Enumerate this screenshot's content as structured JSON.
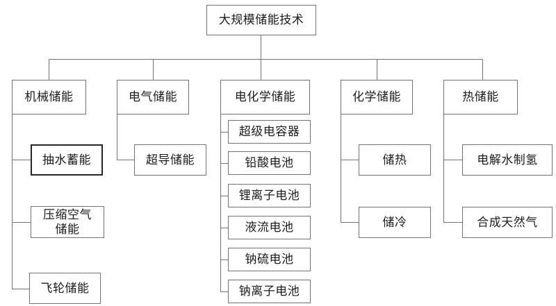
{
  "diagram": {
    "title": "大规模储能技术",
    "type": "hierarchy-tree",
    "orientation": "top-down",
    "colors": {
      "background": "#ffffff",
      "box_border": "#6f7378",
      "box_fill": "#ffffff",
      "connector": "#6f7378",
      "text": "#1b1b1b",
      "highlight_border": "#23262a"
    },
    "root": {
      "label": "大规模储能技术",
      "name": "root-node"
    },
    "branches": [
      {
        "name": "mechanical-storage",
        "label": "机械储能",
        "children": [
          {
            "name": "pumped-hydro-storage",
            "label": "抽水蓄能",
            "highlighted": true
          },
          {
            "name": "compressed-air-storage",
            "label": "压缩空气\n储能",
            "highlighted": false
          },
          {
            "name": "flywheel-storage",
            "label": "飞轮储能",
            "highlighted": false
          }
        ]
      },
      {
        "name": "electrical-storage",
        "label": "电气储能",
        "children": [
          {
            "name": "superconducting-storage",
            "label": "超导储能",
            "highlighted": false
          }
        ]
      },
      {
        "name": "electrochemical-storage",
        "label": "电化学储能",
        "children": [
          {
            "name": "supercapacitor",
            "label": "超级电容器",
            "highlighted": false
          },
          {
            "name": "lead-acid-battery",
            "label": "铅酸电池",
            "highlighted": false
          },
          {
            "name": "lithium-ion-battery",
            "label": "锂离子电池",
            "highlighted": false
          },
          {
            "name": "flow-battery",
            "label": "液流电池",
            "highlighted": false
          },
          {
            "name": "sodium-sulfur-battery",
            "label": "钠硫电池",
            "highlighted": false
          },
          {
            "name": "sodium-ion-battery",
            "label": "钠离子电池",
            "highlighted": false
          }
        ]
      },
      {
        "name": "chemical-storage",
        "label": "化学储能",
        "children": [
          {
            "name": "heat-storage",
            "label": "储热",
            "highlighted": false
          },
          {
            "name": "cold-storage",
            "label": "储冷",
            "highlighted": false
          }
        ]
      },
      {
        "name": "thermal-storage",
        "label": "热储能",
        "children": [
          {
            "name": "water-electrolysis-hydrogen",
            "label": "电解水制氢",
            "highlighted": false
          },
          {
            "name": "synthetic-natural-gas",
            "label": "合成天然气",
            "highlighted": false
          }
        ]
      }
    ]
  }
}
